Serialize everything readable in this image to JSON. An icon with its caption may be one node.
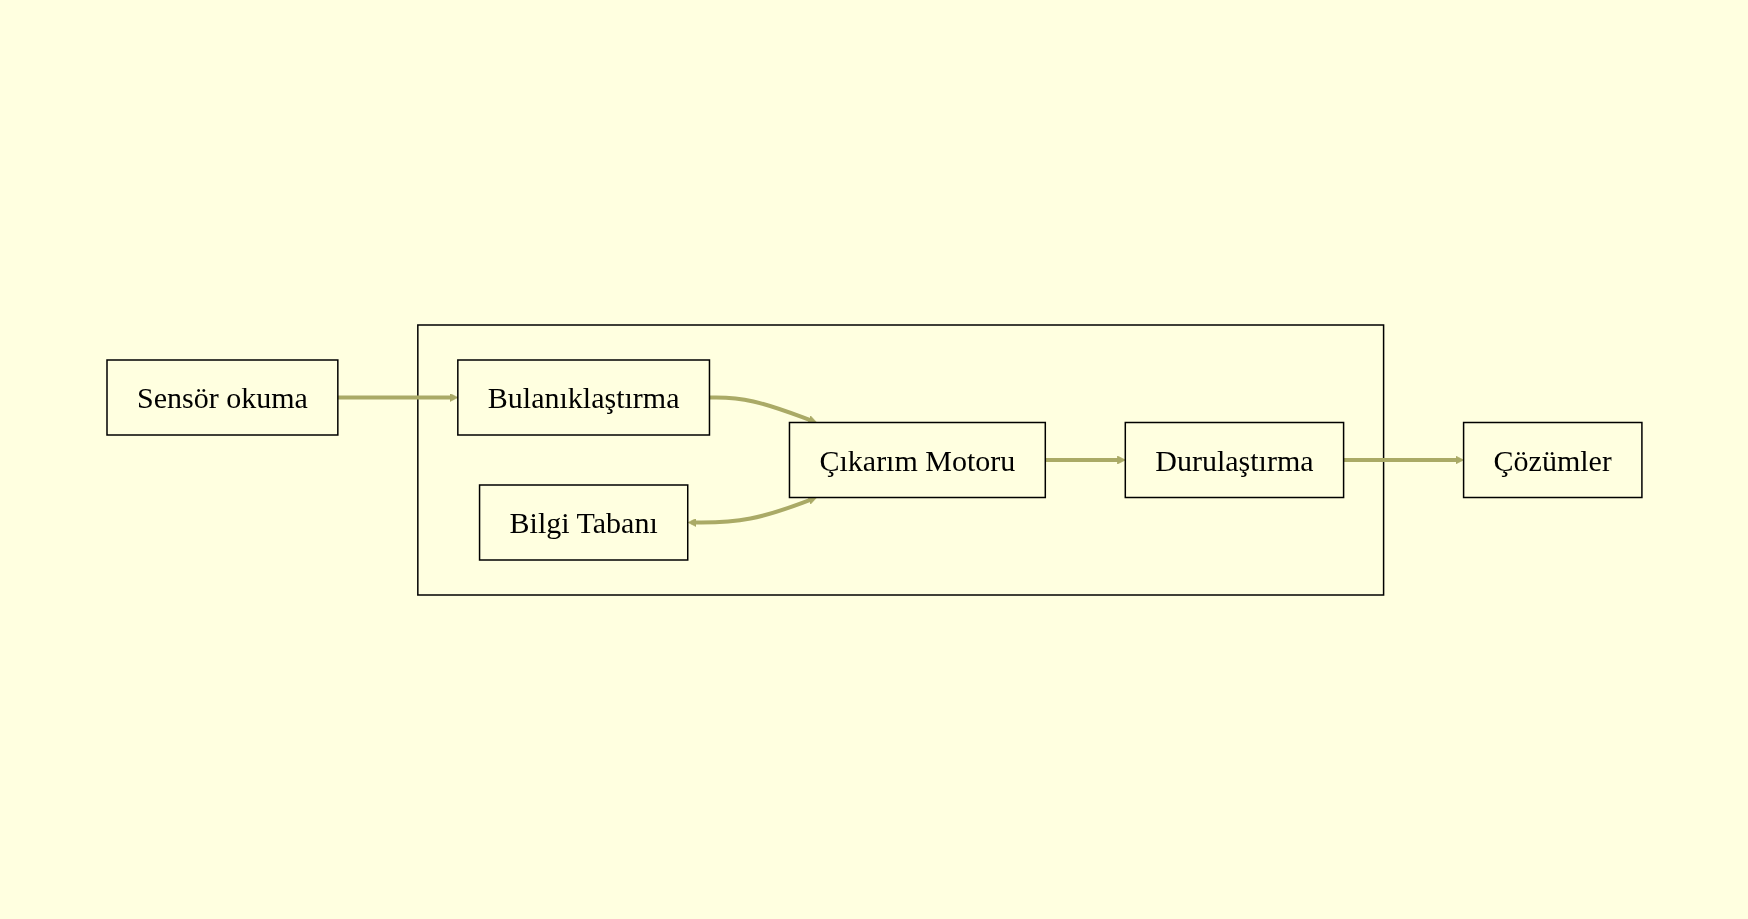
{
  "diagram": {
    "nodes": [
      {
        "text": [],
        "shape": "box"
      },
      {
        "text": [
          "Bilgi Tabanı"
        ],
        "in": 0
      },
      {
        "text": [
          "Sensör okuma"
        ]
      },
      {
        "text": [
          "Bulanıklaştırma"
        ],
        "in": 0
      },
      {
        "text": [
          "Çıkarım Motoru"
        ],
        "in": 0
      },
      {
        "text": [
          "Durulaştırma"
        ],
        "in": 0
      },
      {
        "text": [
          "Çözümler"
        ]
      }
    ],
    "edges": [
      {
        "from": 2,
        "to": 3,
        "arrow": "to"
      },
      {
        "from": 3,
        "to": 4,
        "arrow": "to"
      },
      {
        "from": 1,
        "to": 4,
        "arrow": "both"
      },
      {
        "from": 4,
        "to": 5,
        "arrow": "to"
      },
      {
        "from": 5,
        "to": 6,
        "arrow": "to"
      }
    ]
  }
}
